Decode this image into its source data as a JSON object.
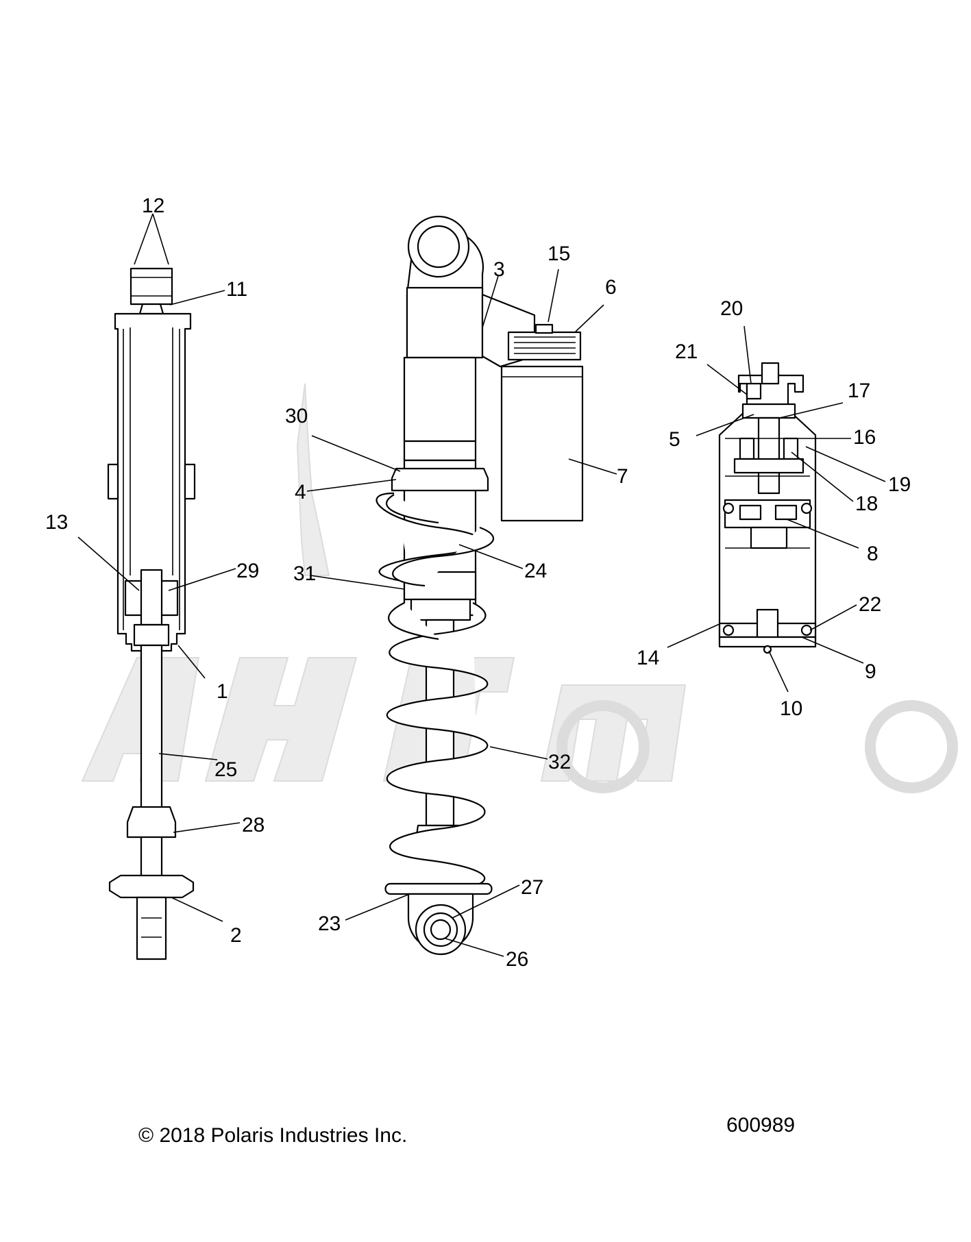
{
  "diagram": {
    "callouts": [
      "1",
      "2",
      "3",
      "4",
      "5",
      "6",
      "7",
      "8",
      "9",
      "10",
      "11",
      "12",
      "13",
      "14",
      "15",
      "16",
      "17",
      "18",
      "19",
      "20",
      "21",
      "22",
      "23",
      "24",
      "25",
      "26",
      "27",
      "28",
      "29",
      "30",
      "31",
      "32"
    ],
    "copyright": "© 2018 Polaris Industries Inc.",
    "figure_number": "600989"
  }
}
